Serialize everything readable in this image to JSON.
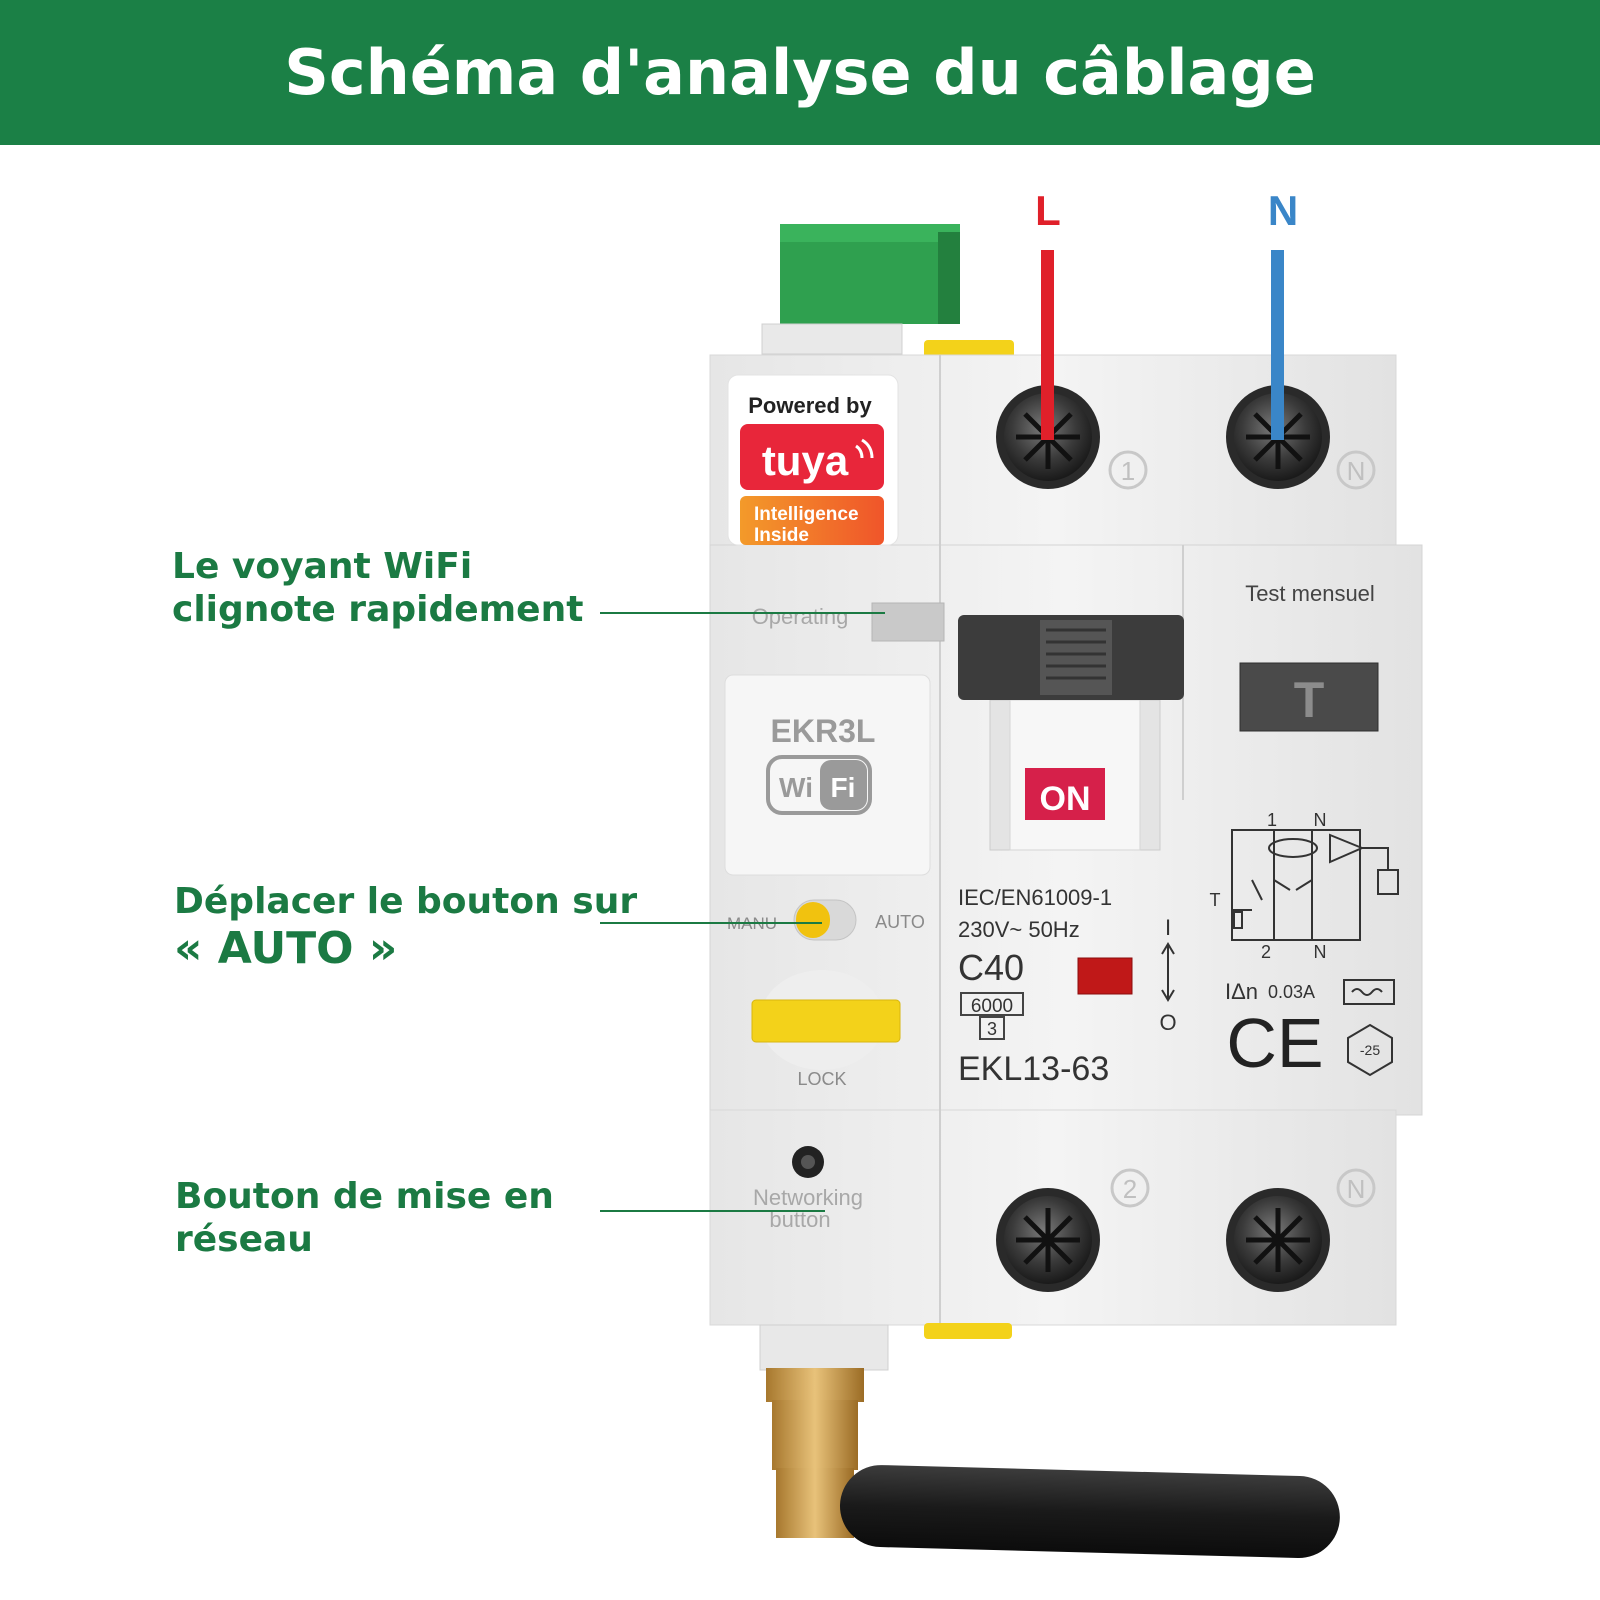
{
  "header": {
    "title": "Schéma d'analyse du câblage"
  },
  "callouts": {
    "wifi": {
      "line1": "Le voyant WiFi",
      "line2": "clignote rapidement"
    },
    "auto": {
      "line1": "Déplacer le bouton sur",
      "line2": "« AUTO »"
    },
    "network": {
      "line1": "Bouton de mise en",
      "line2": "réseau"
    }
  },
  "wires": {
    "live": "L",
    "neutral": "N"
  },
  "device": {
    "powered_by": "Powered by",
    "brand": "tuya",
    "intelligence": "Intelligence",
    "inside": "Inside",
    "operating": "Operating",
    "model_top": "EKR3L",
    "wifi_left": "Wi",
    "wifi_right": "Fi",
    "manu": "MANU",
    "auto": "AUTO",
    "lock": "LOCK",
    "networking": "Networking",
    "button": "button",
    "on": "ON",
    "test": "Test mensuel",
    "test_key": "T",
    "standard": "IEC/EN61009-1",
    "voltage": "230V~ 50Hz",
    "rating": "C40",
    "capacity": "6000",
    "class": "3",
    "model": "EKL13-63",
    "sensitivity_sym": "IΔn",
    "sensitivity": "0.03A",
    "ce": "CE",
    "temp": "-25",
    "switch_on": "I",
    "switch_off": "O",
    "term_1": "1",
    "term_n_top": "N",
    "term_2": "2",
    "term_n_bottom": "N",
    "sch_1": "1",
    "sch_n": "N",
    "sch_2": "2",
    "sch_n2": "N",
    "sch_t": "T"
  },
  "colors": {
    "header_bg": "#1b8046",
    "callout_text": "#1b7a43",
    "live_wire": "#e0202a",
    "neutral_wire": "#3a86c8",
    "tuya_red": "#e8263a",
    "on_red": "#d6204a",
    "yellow": "#f3d21a"
  }
}
